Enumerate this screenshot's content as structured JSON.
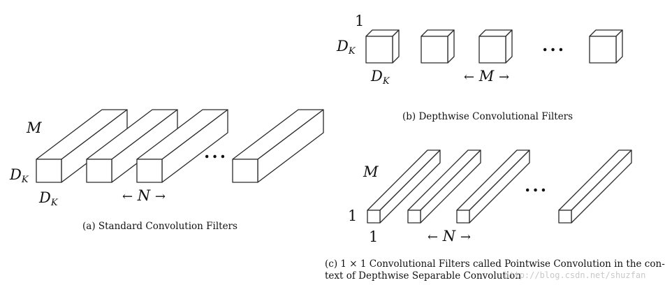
{
  "panel_a": {
    "depth_label": "M",
    "height_label_base": "D",
    "height_label_sub": "K",
    "width_label_base": "D",
    "width_label_sub": "K",
    "ellipsis": "...",
    "count_label": "N",
    "arrow_left": "←",
    "arrow_right": "→",
    "caption": "(a)  Standard Convolution Filters"
  },
  "panel_b": {
    "depth_label": "1",
    "height_label_base": "D",
    "height_label_sub": "K",
    "width_label_base": "D",
    "width_label_sub": "K",
    "ellipsis": "...",
    "count_label": "M",
    "arrow_left": "←",
    "arrow_right": "→",
    "caption": "(b)  Depthwise Convolutional Filters"
  },
  "panel_c": {
    "depth_label": "M",
    "height_label": "1",
    "width_label": "1",
    "ellipsis": "...",
    "count_label": "N",
    "arrow_left": "←",
    "arrow_right": "→",
    "caption_line1": "(c)  1 × 1 Convolutional Filters called Pointwise Convolution in the con-",
    "caption_line2": "text of Depthwise Separable Convolution"
  },
  "watermark": "http://blog.csdn.net/shuzfan"
}
